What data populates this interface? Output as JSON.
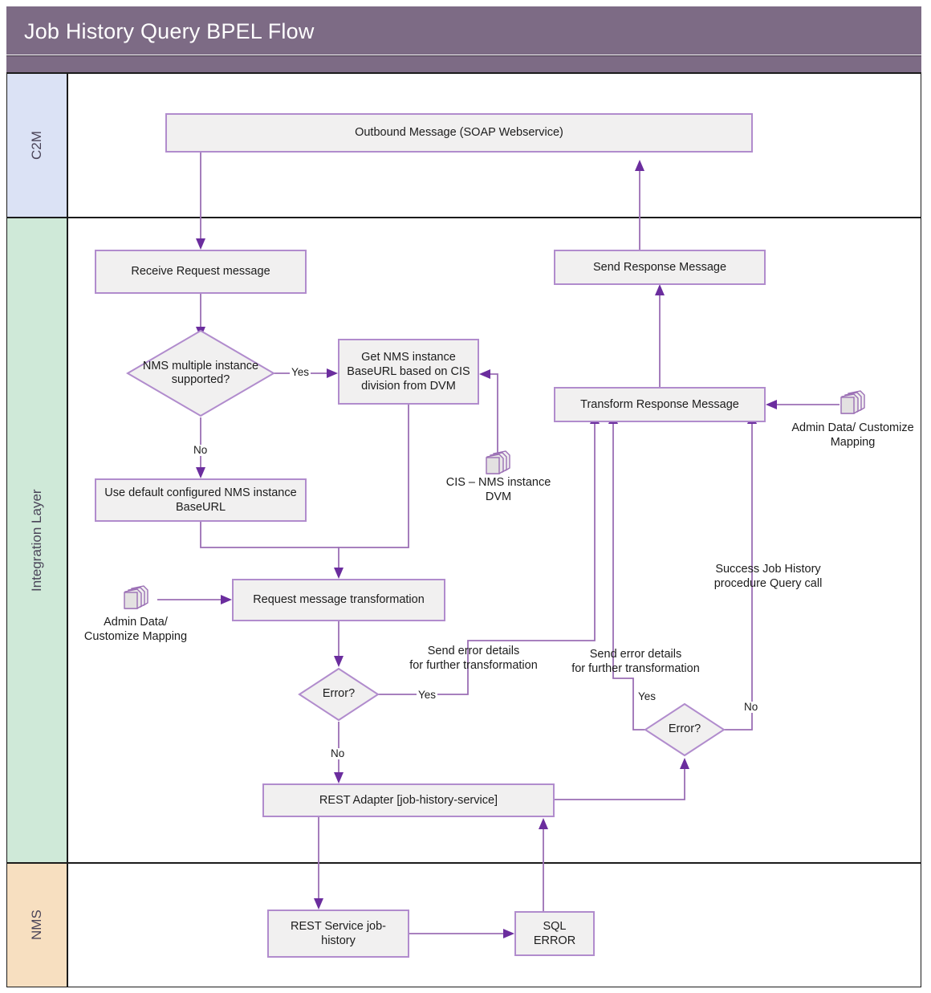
{
  "header": {
    "title": "Job History Query BPEL Flow",
    "bar_color": "#7d6b85",
    "title_color": "#ffffff"
  },
  "lanes": [
    {
      "id": "c2m",
      "label": "C2M",
      "color": "#dbe2f5"
    },
    {
      "id": "integration",
      "label": "Integration Layer",
      "color": "#cfe9d8"
    },
    {
      "id": "nms",
      "label": "NMS",
      "color": "#f7dfc0"
    }
  ],
  "theme": {
    "node_fill": "#f1f0f0",
    "node_border": "#b18ccd",
    "connector": "#9b6fb5",
    "arrowhead": "#6b2d9e",
    "lane_border": "#1b1b1b"
  },
  "nodes": {
    "outbound_message": "Outbound Message (SOAP Webservice)",
    "receive_request": "Receive Request message",
    "nms_multiple_instance": "NMS multiple instance supported?",
    "get_nms_instance": "Get NMS instance BaseURL based on CIS division from DVM",
    "use_default_baseurl": "Use default configured NMS instance BaseURL",
    "request_transformation": "Request message transformation",
    "error_left": "Error?",
    "rest_adapter": "REST Adapter [job-history-service]",
    "send_response": "Send Response Message",
    "transform_response": "Transform Response Message",
    "error_right": "Error?",
    "rest_service": "REST Service job-history",
    "sql_error": "SQL ERROR"
  },
  "data_stores": {
    "cis_nms_dvm": "CIS – NMS instance DVM",
    "admin_data_left": "Admin Data/ Customize Mapping",
    "admin_data_right": "Admin Data/ Customize Mapping"
  },
  "edge_labels": {
    "yes_nms_instance": "Yes",
    "no_nms_instance": "No",
    "yes_error_left": "Yes",
    "no_error_left": "No",
    "yes_error_right": "Yes",
    "no_error_right": "No"
  },
  "annotations": {
    "send_error_left": "Send error details\nfor further transformation",
    "send_error_right": "Send error details\nfor further transformation",
    "success_query": "Success Job History\nprocedure Query call"
  }
}
